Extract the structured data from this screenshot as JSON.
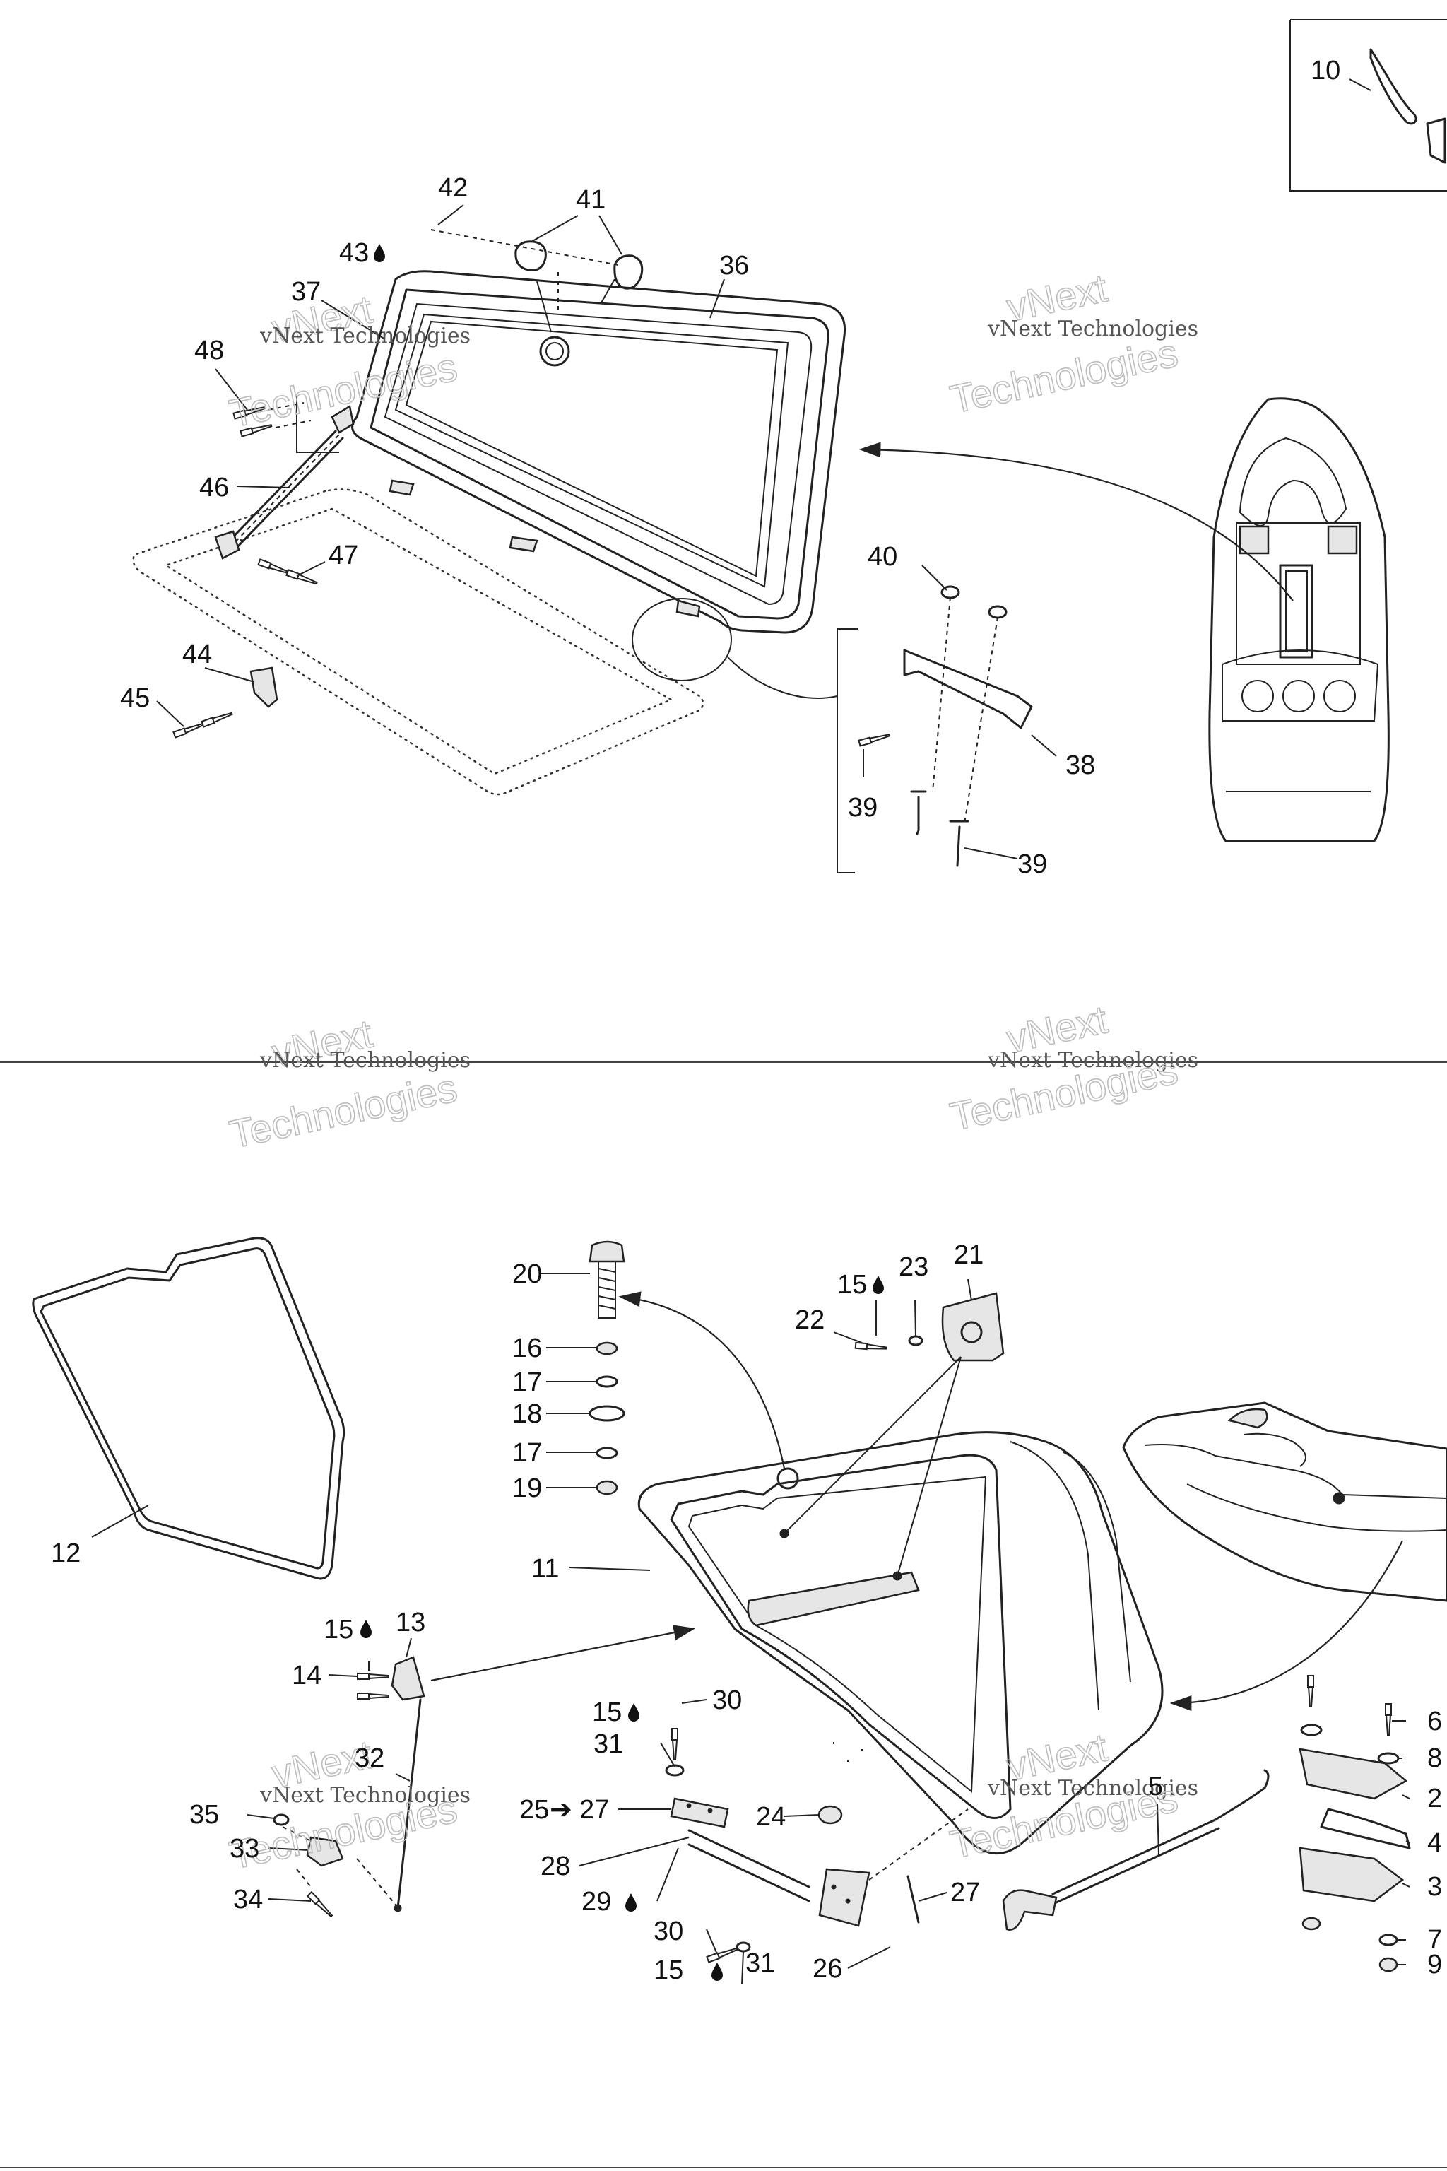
{
  "watermark": {
    "line1": "vNext Technologies",
    "line2": "Technologies",
    "line3": "vNext"
  },
  "icons": {
    "drop": "drop-icon",
    "arrow": "right-arrow-icon"
  },
  "callouts": [
    {
      "id": "c10",
      "text": "10"
    },
    {
      "id": "c42",
      "text": "42"
    },
    {
      "id": "c41",
      "text": "41"
    },
    {
      "id": "c43",
      "text": "43"
    },
    {
      "id": "c36",
      "text": "36"
    },
    {
      "id": "c37",
      "text": "37"
    },
    {
      "id": "c48",
      "text": "48"
    },
    {
      "id": "c46",
      "text": "46"
    },
    {
      "id": "c47",
      "text": "47"
    },
    {
      "id": "c44",
      "text": "44"
    },
    {
      "id": "c45",
      "text": "45"
    },
    {
      "id": "c40",
      "text": "40"
    },
    {
      "id": "c38",
      "text": "38"
    },
    {
      "id": "c39a",
      "text": "39"
    },
    {
      "id": "c39b",
      "text": "39"
    },
    {
      "id": "c20",
      "text": "20"
    },
    {
      "id": "c16",
      "text": "16"
    },
    {
      "id": "c17a",
      "text": "17"
    },
    {
      "id": "c18",
      "text": "18"
    },
    {
      "id": "c17b",
      "text": "17"
    },
    {
      "id": "c19",
      "text": "19"
    },
    {
      "id": "c15a",
      "text": "15"
    },
    {
      "id": "c23",
      "text": "23"
    },
    {
      "id": "c21",
      "text": "21"
    },
    {
      "id": "c22",
      "text": "22"
    },
    {
      "id": "c12",
      "text": "12"
    },
    {
      "id": "c11",
      "text": "11"
    },
    {
      "id": "c15b",
      "text": "15"
    },
    {
      "id": "c13",
      "text": "13"
    },
    {
      "id": "c14",
      "text": "14"
    },
    {
      "id": "c15c",
      "text": "15"
    },
    {
      "id": "c30a",
      "text": "30"
    },
    {
      "id": "c31a",
      "text": "31"
    },
    {
      "id": "c32",
      "text": "32"
    },
    {
      "id": "c35",
      "text": "35"
    },
    {
      "id": "c33",
      "text": "33"
    },
    {
      "id": "c34",
      "text": "34"
    },
    {
      "id": "c25",
      "text": "25"
    },
    {
      "id": "c27a",
      "text": "27"
    },
    {
      "id": "c24",
      "text": "24"
    },
    {
      "id": "c28",
      "text": "28"
    },
    {
      "id": "c29",
      "text": "29"
    },
    {
      "id": "c27b",
      "text": "27"
    },
    {
      "id": "c30b",
      "text": "30"
    },
    {
      "id": "c31b",
      "text": "31"
    },
    {
      "id": "c26",
      "text": "26"
    },
    {
      "id": "c15d",
      "text": "15"
    },
    {
      "id": "c5",
      "text": "5"
    },
    {
      "id": "c6",
      "text": "6"
    },
    {
      "id": "c8",
      "text": "8"
    },
    {
      "id": "c2",
      "text": "2"
    },
    {
      "id": "c4",
      "text": "4"
    },
    {
      "id": "c3",
      "text": "3"
    },
    {
      "id": "c7",
      "text": "7"
    },
    {
      "id": "c9",
      "text": "9"
    }
  ]
}
